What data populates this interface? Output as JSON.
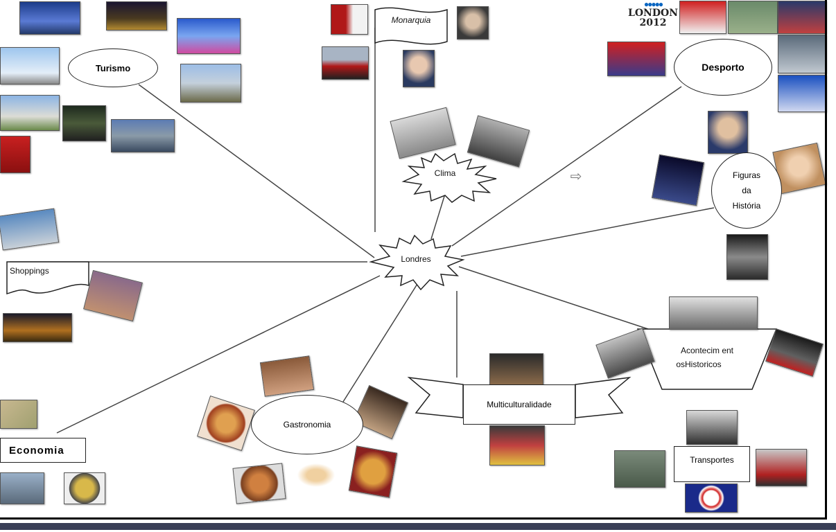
{
  "center": {
    "label": "Londres"
  },
  "nodes": {
    "turismo": "Turismo",
    "monarquia": "Monarquia",
    "clima": "Clima",
    "desporto": "Desporto",
    "figuras_line1": "Figuras",
    "figuras_line2": "da",
    "figuras_line3": "História",
    "shoppings": "Shoppings",
    "acontecimentos_line1": "Acontecim ent",
    "acontecimentos_line2": "osHistoricos",
    "multiculturalidade": "Multiculturalidade",
    "gastronomia": "Gastronomia",
    "economia": "Economia",
    "transportes": "Transportes"
  },
  "olympics": {
    "rings": "●●●●●",
    "text1": "LONDON",
    "text2": "2012"
  },
  "arrow_glyph": "⇨",
  "colors": {
    "line": "#444444",
    "outline": "#222222",
    "frame": "#000000"
  }
}
